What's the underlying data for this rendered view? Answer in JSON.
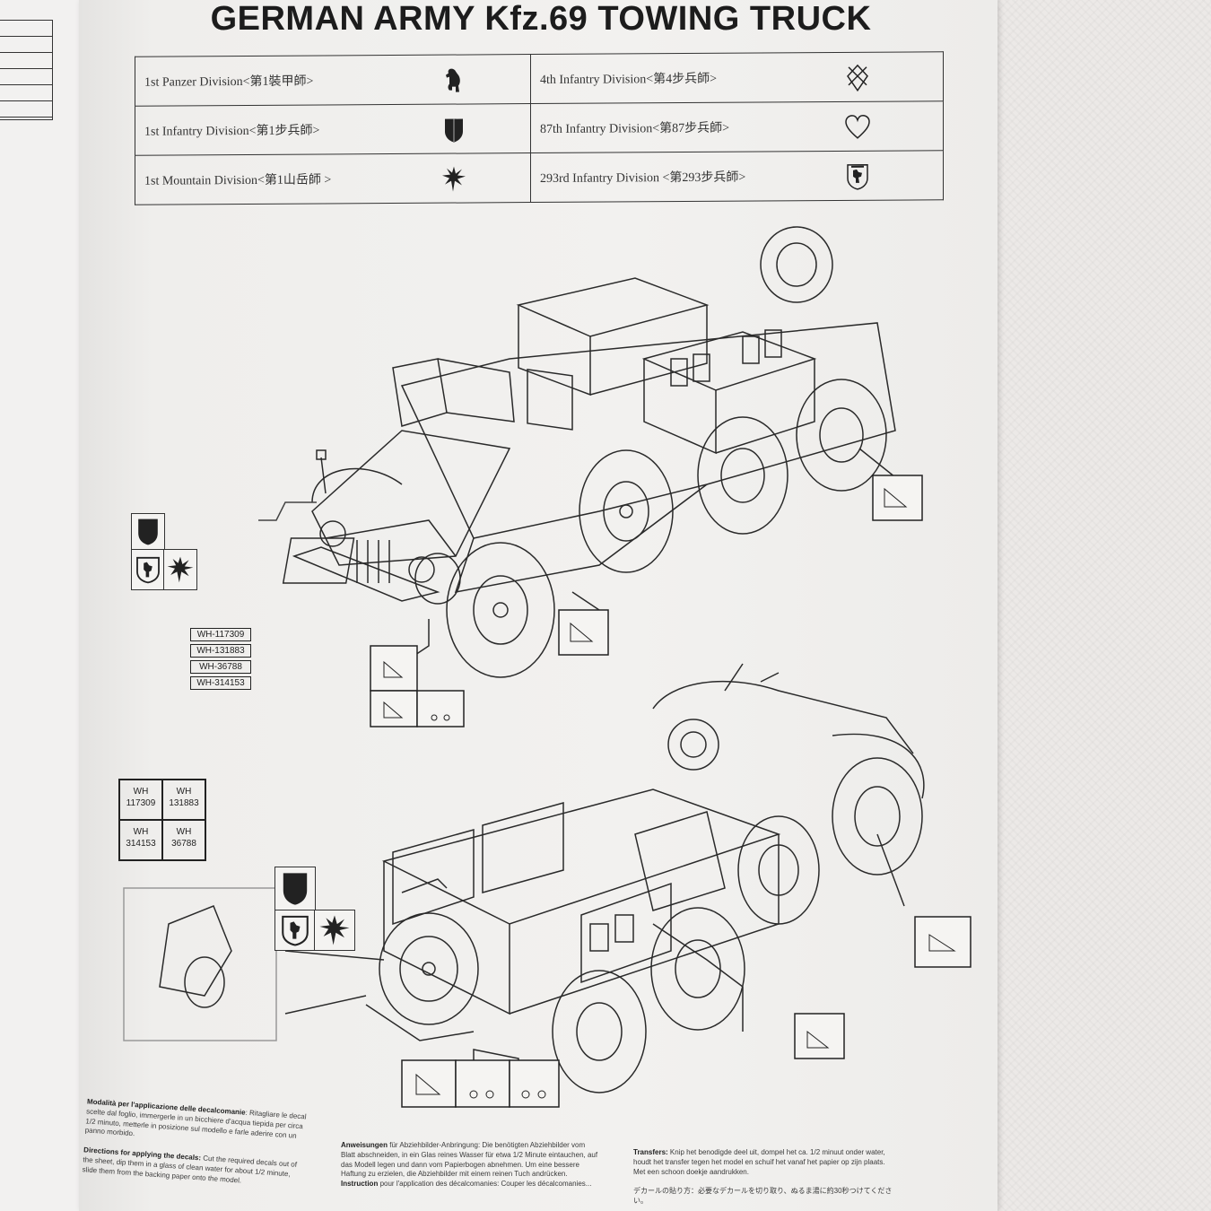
{
  "title": "GERMAN ARMY Kfz.69 TOWING TRUCK",
  "divisions": [
    {
      "label": "1st Panzer Division<第1裝甲師>",
      "emblem": "bear-emblem-icon"
    },
    {
      "label": "4th Infantry Division<第4步兵師>",
      "emblem": "cross-diamond-emblem-icon"
    },
    {
      "label": "1st Infantry Division<第1步兵師>",
      "emblem": "shield-emblem-icon"
    },
    {
      "label": "87th Infantry Division<第87步兵師>",
      "emblem": "heart-emblem-icon"
    },
    {
      "label": "1st Mountain Division<第1山岳師 >",
      "emblem": "edelweiss-emblem-icon"
    },
    {
      "label": "293rd Infantry Division <第293步兵師>",
      "emblem": "berlin-bear-shield-emblem-icon"
    }
  ],
  "serials": [
    "WH-117309",
    "WH-131883",
    "WH-36788",
    "WH-314153"
  ],
  "serial_grid": [
    {
      "line1": "WH",
      "line2": "117309"
    },
    {
      "line1": "WH",
      "line2": "131883"
    },
    {
      "line1": "WH",
      "line2": "314153"
    },
    {
      "line1": "WH",
      "line2": "36788"
    }
  ],
  "instructions": {
    "italian_head": "Modalità per l'applicazione delle decalcomanie",
    "italian_body": "Ritagliare le decal scelte dal foglio, immergerle in un bicchiere d'acqua tiepida per circa 1/2 minuto, metterle in posizione sul modello e farle aderire con un panno morbido.",
    "english_head": "Directions for applying the decals:",
    "english_body": "Cut the required decals out of the sheet, dip them in a glass of clean water for about 1/2 minute, slide them from the backing paper onto the model.",
    "german_head": "Anweisungen",
    "german_body": "für Abziehbilder-Anbringung: Die benötigten Abziehbilder vom Blatt abschneiden, in ein Glas reines Wasser für etwa 1/2 Minute eintauchen, auf das Modell legen und dann vom Papierbogen abnehmen. Um eine bessere Haftung zu erzielen, die Abziehbilder mit einem reinen Tuch andrücken.",
    "french_head": "Instruction",
    "french_body": "pour l'application des décalcomanies: Couper les décalcomanies...",
    "dutch_head": "Transfers:",
    "dutch_body": "Knip het benodigde deel uit, dompel het ca. 1/2 minuut onder water, houdt het transfer tegen het model en schuif het vanaf het papier op zijn plaats. Met een schoon doekje aandrukken.",
    "japanese": "デカールの貼り方：必要なデカールを切り取り、ぬるま湯に約30秒つけてください。"
  }
}
